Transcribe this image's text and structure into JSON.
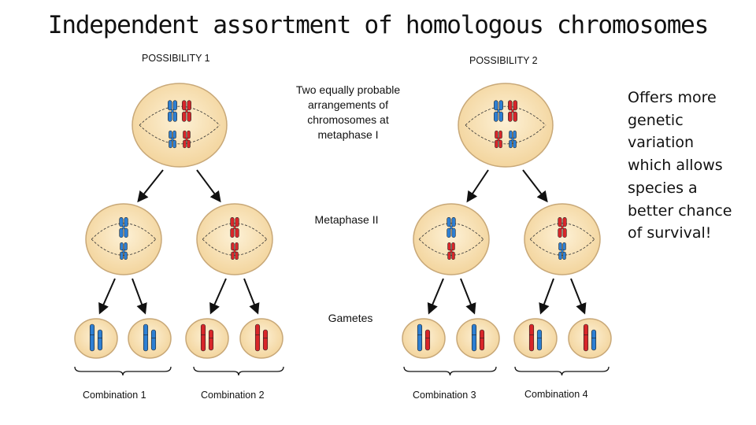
{
  "title": "Independent assortment of homologous chromosomes",
  "possibility_1": "POSSIBILITY 1",
  "possibility_2": "POSSIBILITY 2",
  "metaphase_i_note": [
    "Two equally probable",
    "arrangements of",
    "chromosomes at",
    "metaphase I"
  ],
  "metaphase_ii_label": "Metaphase II",
  "gametes_label": "Gametes",
  "side_note": [
    "Offers more",
    "genetic",
    "variation",
    "which allows",
    "species a",
    "better chance",
    "of survival!"
  ],
  "combinations": [
    "Combination 1",
    "Combination 2",
    "Combination 3",
    "Combination 4"
  ],
  "colors": {
    "blue": "#2d7fd3",
    "red": "#d8262a",
    "cell_fill": "#f9e0b0",
    "cell_edge": "#c8a878"
  }
}
